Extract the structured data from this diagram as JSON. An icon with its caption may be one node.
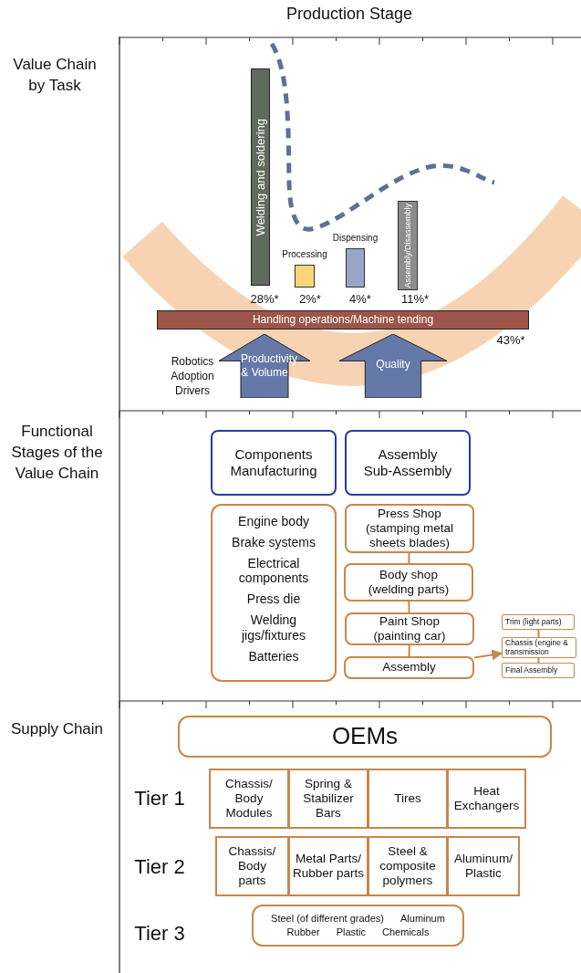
{
  "diagram": {
    "title": "Production Stage",
    "nodes": [
      {
        "text": [
          "Welding and soldering"
        ],
        "beside": [
          "28%*"
        ]
      },
      {
        "text": [
          "Processing"
        ],
        "beside": [
          "2%*"
        ]
      },
      {
        "text": [
          "Dispensing"
        ],
        "beside": [
          "4%*"
        ]
      },
      {
        "text": [
          "Assembly/Disassembly"
        ],
        "beside": [
          "11%*"
        ]
      },
      {
        "text": [
          "Handling operations/Machine tending"
        ],
        "beside": [
          "43%*"
        ]
      },
      {
        "text": [
          "Productivity & Volume"
        ]
      },
      {
        "text": [
          "Quality"
        ]
      },
      {
        "text": [
          "Components Manufacturing"
        ]
      },
      {
        "text": [
          "Assembly Sub-Assembly"
        ]
      },
      {
        "text": [
          "Engine body",
          "Brake systems",
          "Electrical components",
          "Press die",
          "Welding jigs/fixtures",
          "Batteries"
        ]
      },
      {
        "text": [
          "Press Shop (stamping metal sheets blades)"
        ]
      },
      {
        "text": [
          "Body shop (welding parts)"
        ]
      },
      {
        "text": [
          "Paint Shop (painting car)"
        ]
      },
      {
        "text": [
          "Assembly"
        ]
      },
      {
        "text": [
          "Trim (light parts)"
        ]
      },
      {
        "text": [
          "Chassis (engine & transmission"
        ]
      },
      {
        "text": [
          "Final Assembly"
        ]
      },
      {
        "text": [
          "OEMs"
        ]
      },
      {
        "text": [
          "Chassis/ Body Modules"
        ]
      },
      {
        "text": [
          "Spring & Stabilizer Bars"
        ]
      },
      {
        "text": [
          "Tires"
        ]
      },
      {
        "text": [
          "Heat Exchangers"
        ]
      },
      {
        "text": [
          "Chassis/ Body parts"
        ]
      },
      {
        "text": [
          "Metal Parts/ Rubber parts"
        ]
      },
      {
        "text": [
          "Steel & composite polymers"
        ]
      },
      {
        "text": [
          "Aluminum/ Plastic"
        ]
      },
      {
        "text": [
          "Steel (of different grades)",
          "Aluminum",
          "Rubber",
          "Plastic",
          "Chemicals"
        ]
      }
    ],
    "edges": [
      {
        "from": 10,
        "to": 11,
        "arrow": "none"
      },
      {
        "from": 11,
        "to": 12,
        "arrow": "none"
      },
      {
        "from": 12,
        "to": 13,
        "arrow": "none"
      },
      {
        "from": 13,
        "to": 15,
        "arrow": "to"
      },
      {
        "from": 14,
        "to": 15,
        "arrow": "none"
      },
      {
        "from": 15,
        "to": 16,
        "arrow": "none"
      }
    ],
    "labels": [
      "Value Chain by Task",
      "Robotics Adoption Drivers",
      "Functional Stages of the Value Chain",
      "Supply Chain",
      "Tier 1",
      "Tier 2",
      "Tier 3"
    ]
  }
}
